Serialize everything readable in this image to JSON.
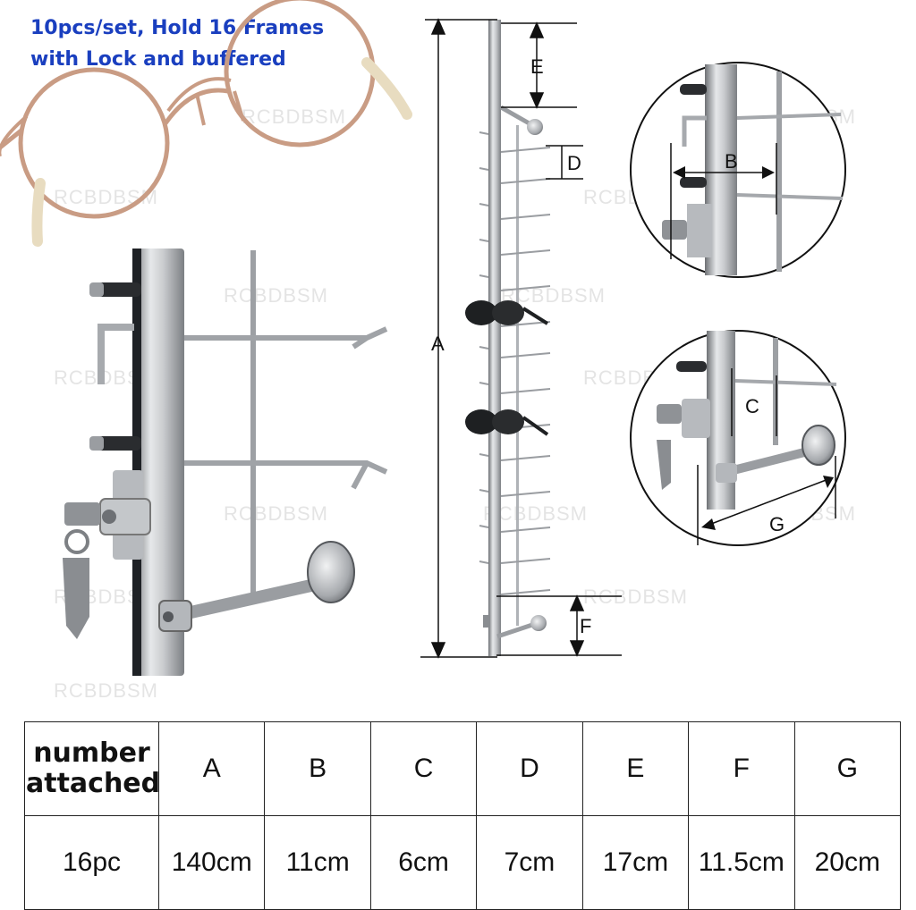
{
  "headline": {
    "line1": "10pcs/set, Hold 16 Frames",
    "line2": "with Lock and buffered"
  },
  "watermark": "RCBDBSM",
  "dimension_labels": {
    "A": "A",
    "B": "B",
    "C": "C",
    "D": "D",
    "E": "E",
    "F": "F",
    "G": "G"
  },
  "table": {
    "header_first_line1": "number",
    "header_first_line2": "attached",
    "headers": [
      "A",
      "B",
      "C",
      "D",
      "E",
      "F",
      "G"
    ],
    "value_first": "16pc",
    "values": [
      "140cm",
      "11cm",
      "6cm",
      "7cm",
      "17cm",
      "11.5cm",
      "20cm"
    ]
  },
  "colors": {
    "headline": "#1a3fbf",
    "metal": "#b9bcc0",
    "dark": "#222222"
  }
}
